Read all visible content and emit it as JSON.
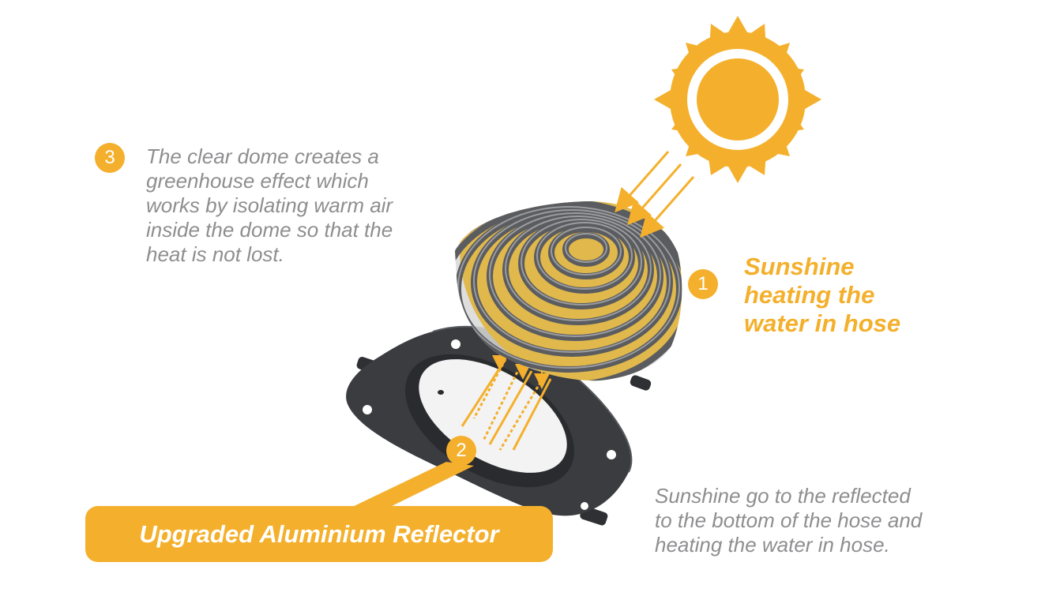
{
  "colors": {
    "accent": "#f4b02c",
    "note_text": "#8e8e90",
    "base_plate": "#3a3c3f",
    "reflector_disc": "#f3f3f3",
    "hose_tube": "#5a5c5f",
    "dome": "#d8d8d8"
  },
  "icons": [
    "sun-icon",
    "sunlight-arrow-icon"
  ],
  "callout_1": {
    "number": "1",
    "lines": [
      "Sunshine",
      "heating the",
      "water in hose"
    ]
  },
  "callout_2": {
    "number": "2",
    "title": "Upgraded Aluminium Reflector",
    "lines": [
      "Sunshine go to the reflected",
      "to the bottom of the hose and",
      "heating the water in hose."
    ]
  },
  "callout_3": {
    "number": "3",
    "lines": [
      "The clear dome creates a",
      "greenhouse effect which",
      "works by isolating warm air",
      "inside the dome so that the",
      "heat is not lost."
    ]
  }
}
